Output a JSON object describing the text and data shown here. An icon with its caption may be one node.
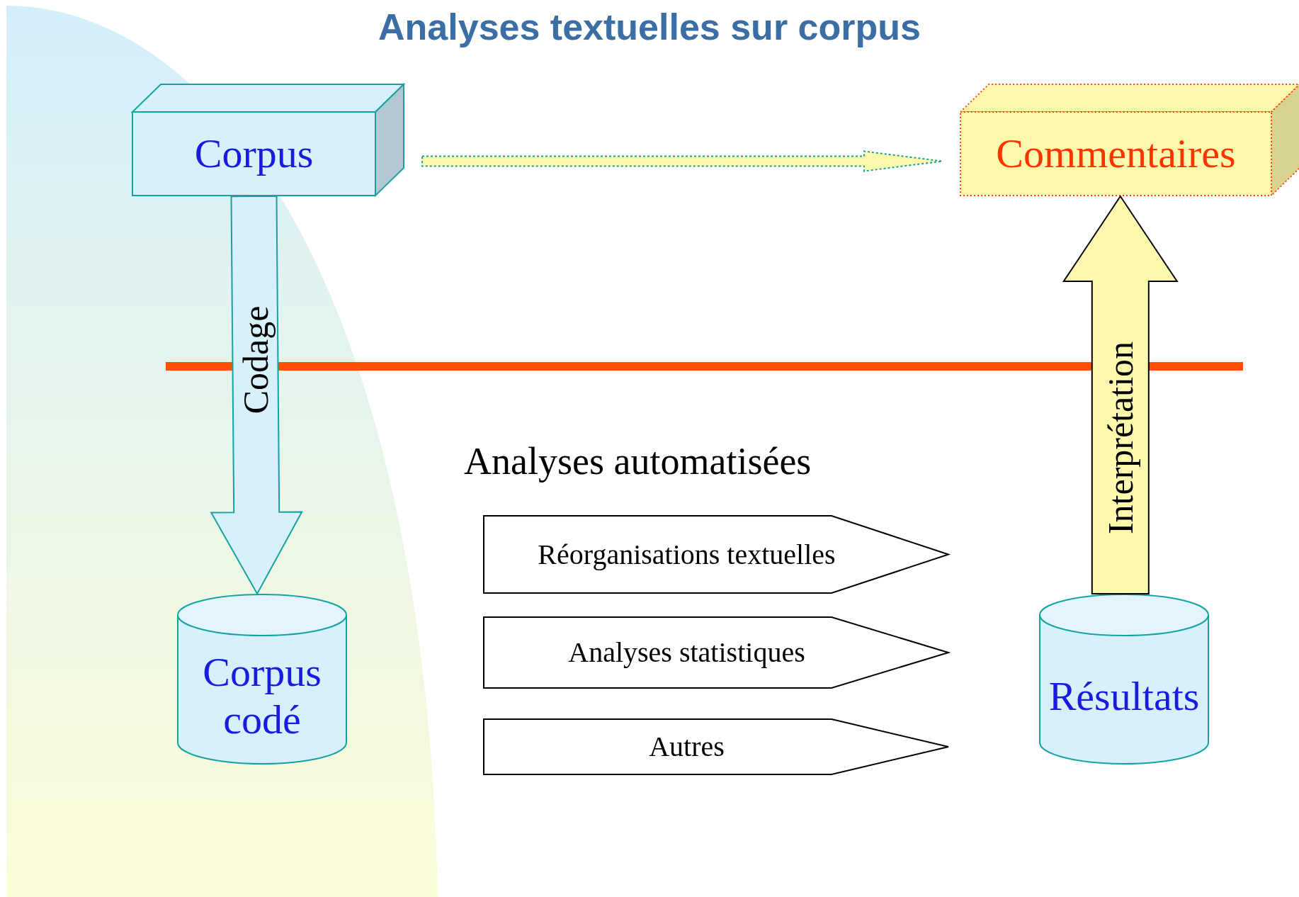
{
  "diagram": {
    "title": "Analyses textuelles sur corpus",
    "nodes": [
      {
        "text": [
          "Corpus"
        ]
      },
      {
        "text": [
          "Commentaires"
        ]
      },
      {
        "text": [
          "Corpus codé"
        ]
      },
      {
        "text": [
          "Réorganisations textuelles"
        ]
      },
      {
        "text": [
          "Analyses statistiques"
        ]
      },
      {
        "text": [
          "Autres"
        ]
      },
      {
        "text": [
          "Résultats"
        ]
      }
    ],
    "edges": [
      {
        "from": 0,
        "to": 1,
        "arrow": "to",
        "style": "dashed"
      },
      {
        "from": 0,
        "to": 2,
        "arrow": "to",
        "label": "Codage"
      },
      {
        "from": 6,
        "to": 1,
        "arrow": "to",
        "label": "Interprétation"
      }
    ],
    "labels": [
      "Analyses automatisées"
    ]
  }
}
